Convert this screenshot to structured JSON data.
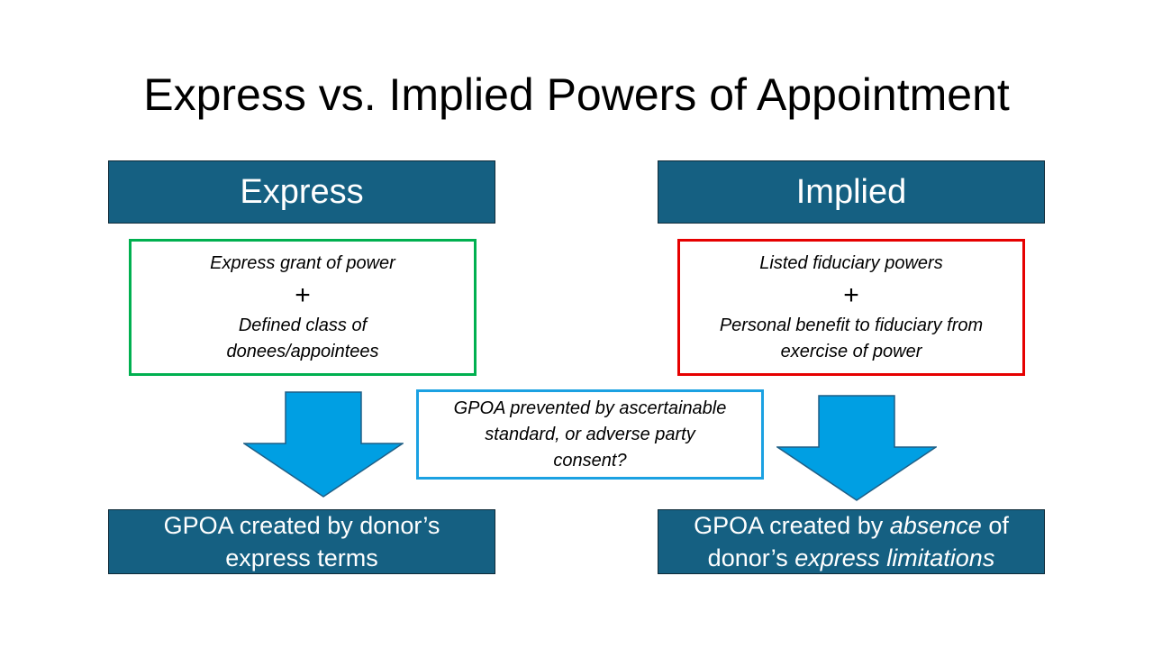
{
  "title": "Express vs. Implied Powers of Appointment",
  "colors": {
    "header_fill": "#156082",
    "express_border": "#00b050",
    "implied_border": "#e60000",
    "question_border": "#1ba1e2",
    "arrow_fill": "#009fe3"
  },
  "express": {
    "header": "Express",
    "condition_1": "Express grant of power",
    "plus": "+",
    "condition_2_line1": "Defined class of",
    "condition_2_line2": "donees/appointees",
    "result_line1": "GPOA created by donor’s",
    "result_line2": "express terms"
  },
  "implied": {
    "header": "Implied",
    "condition_1": "Listed fiduciary powers",
    "plus": "+",
    "condition_2_line1": "Personal benefit to fiduciary from",
    "condition_2_line2": "exercise of power",
    "result_line1_a": "GPOA created by ",
    "result_line1_b": "absence",
    "result_line1_c": " of",
    "result_line2_a": "donor’s ",
    "result_line2_b": "express limitations"
  },
  "question": {
    "line1": "GPOA prevented by ascertainable",
    "line2": "standard, or adverse party",
    "line3": "consent?"
  },
  "icons": [
    "down-arrow-icon",
    "down-arrow-icon"
  ]
}
